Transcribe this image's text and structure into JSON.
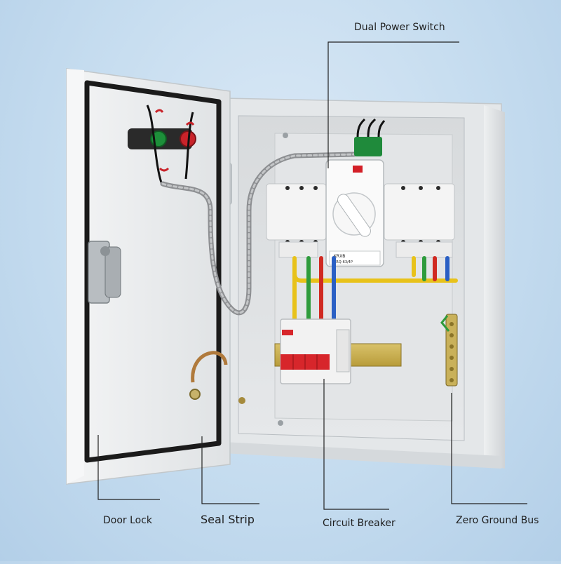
{
  "callouts": {
    "dual_power_switch": "Dual Power Switch",
    "door_lock": "Door Lock",
    "seal_strip": "Seal Strip",
    "circuit_breaker": "Circuit Breaker",
    "zero_ground_bus": "Zero Ground Bus"
  },
  "switch_panel": {
    "brand": "KRXB",
    "model": "KRQ-63/4P"
  },
  "colors": {
    "background": "#c5dcef",
    "cabinet": "#e9ecee",
    "cabinet_shadow": "#c9ced2",
    "callout_line": "#222222",
    "wire_yellow": "#e8c21a",
    "wire_green": "#2e9b3c",
    "wire_red": "#d02a22",
    "wire_blue": "#2a5fc4",
    "breaker_red": "#d7262b",
    "indicator_green": "#1d8f3a",
    "indicator_red": "#c9232a"
  }
}
